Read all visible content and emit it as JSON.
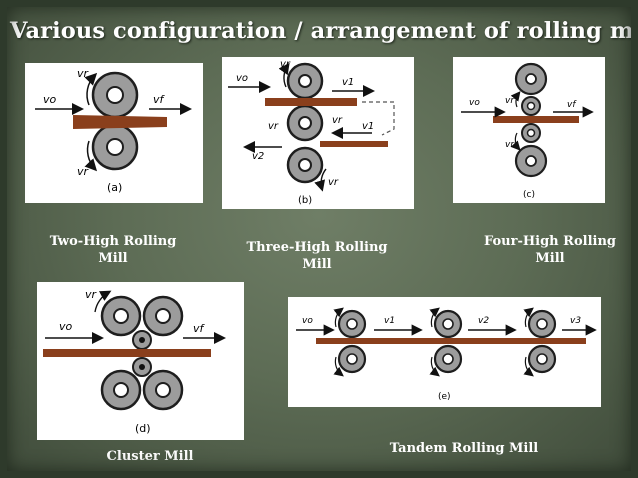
{
  "slide": {
    "title": "Various configuration / arrangement of rolling mills"
  },
  "figures": {
    "two_high": {
      "letter": "(a)",
      "labels": {
        "v0": "vo",
        "vr_top": "vr",
        "vf": "vf",
        "vr_bottom": "vr"
      },
      "caption": [
        "Two-High Rolling",
        "Mill"
      ]
    },
    "three_high": {
      "letter": "(b)",
      "labels": {
        "v0": "vo",
        "vr1": "vr",
        "v1a": "v1",
        "vr2": "vr",
        "vr3": "vr",
        "v1b": "v1",
        "v2": "v2",
        "vr4": "vr"
      },
      "caption": [
        "Three-High Rolling",
        "Mill"
      ]
    },
    "four_high": {
      "letter": "(c)",
      "labels": {
        "v0": "vo",
        "vr_top": "vr",
        "vf": "vf",
        "vr_bottom": "vr"
      },
      "caption": [
        "Four-High Rolling",
        "Mill"
      ]
    },
    "cluster": {
      "letter": "(d)",
      "labels": {
        "vr": "vr",
        "v0": "vo",
        "vf": "vf"
      },
      "caption": [
        "Cluster Mill"
      ]
    },
    "tandem": {
      "letter": "(e)",
      "labels": {
        "v0": "vo",
        "v1": "v1",
        "v2": "v2",
        "v3": "v3"
      },
      "caption": [
        "Tandem Rolling Mill"
      ]
    }
  },
  "colors": {
    "strip": "#8a3f1c",
    "roll": "#9c9c9c",
    "roll_edge": "#1e1e1e",
    "caption_text": "#ffffff"
  }
}
